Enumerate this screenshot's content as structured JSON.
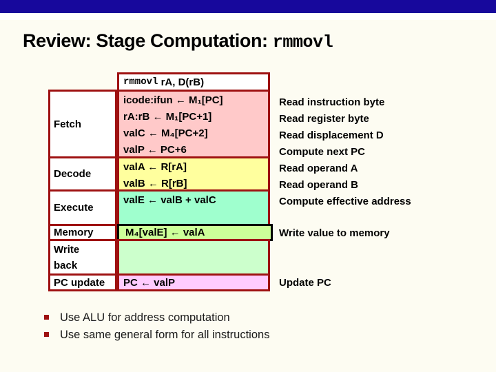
{
  "title": {
    "prefix": "Review: Stage Computation: ",
    "code": "rmmovl"
  },
  "table": {
    "header": {
      "code": "rmmovl",
      "operands": " rA, D(rB)"
    },
    "rows": [
      {
        "stage": "Fetch",
        "bg": "#ffc9c9",
        "lines": [
          "icode:ifun ← M₁[PC]",
          "rA:rB ← M₁[PC+1]",
          "valC ← M₄[PC+2]",
          "valP ← PC+6"
        ],
        "notes": [
          "Read instruction byte",
          "Read register byte",
          "Read displacement D",
          "Compute next PC"
        ]
      },
      {
        "stage": "Decode",
        "bg": "#ffff9e",
        "lines": [
          "valA ← R[rA]",
          "valB ← R[rB]"
        ],
        "notes": [
          "Read operand A",
          "Read operand B"
        ]
      },
      {
        "stage": "Execute",
        "bg": "#9fffce",
        "lines": [
          "valE ← valB + valC"
        ],
        "notes": [
          "Compute effective address"
        ]
      },
      {
        "stage": "Memory",
        "bg": "#ccff99",
        "emphasis": true,
        "lines": [
          "M₄[valE] ← valA"
        ],
        "notes": [
          "Write value to memory"
        ]
      },
      {
        "stage": "Write\nback",
        "bg": "#ccffcc",
        "lines": [],
        "notes": []
      },
      {
        "stage": "PC update",
        "bg": "#ffccff",
        "lines": [
          "PC ← valP"
        ],
        "notes": [
          "Update PC"
        ]
      }
    ]
  },
  "bullets": [
    "Use ALU for address computation",
    "Use same general form for all instructions"
  ],
  "colors": {
    "top_bar": "#17089c",
    "table_border": "#9e1111",
    "bullet_square": "#9e1111"
  }
}
